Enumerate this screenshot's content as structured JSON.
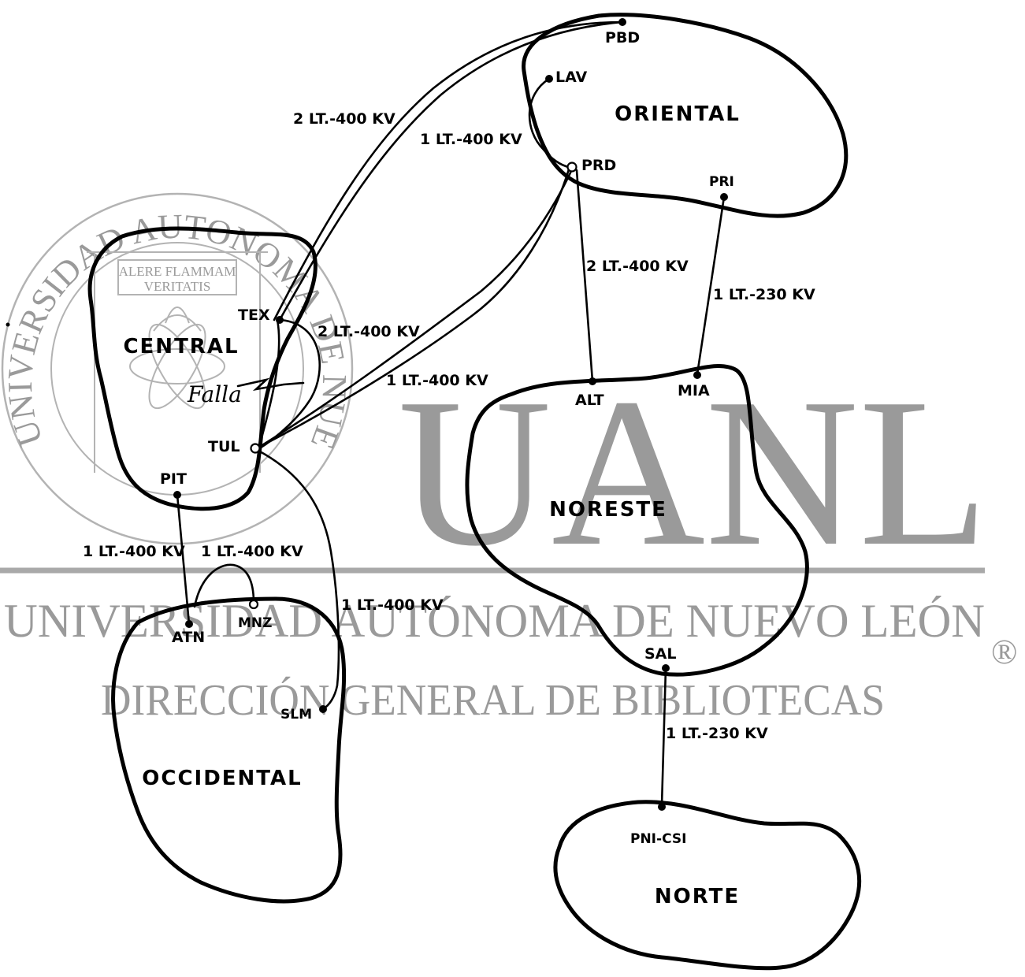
{
  "watermark": {
    "big_letters": "UANL",
    "university": "UNIVERSIDAD AUTÓNOMA DE NUEVO LEÓN",
    "direction": "DIRECCIÓN GENERAL DE BIBLIOTECAS",
    "registered": "®",
    "seal_ring": "UNIVERSIDAD AUTONOMA DE NUEVO LEON",
    "seal_motto_1": "ALERE FLAMMAM",
    "seal_motto_2": "VERITATIS"
  },
  "regions": {
    "oriental": "ORIENTAL",
    "central": "CENTRAL",
    "noreste": "NORESTE",
    "occidental": "OCCIDENTAL",
    "norte": "NORTE"
  },
  "nodes": {
    "pbd": "PBD",
    "lav": "LAV",
    "prd": "PRD",
    "pri": "PRI",
    "tex": "TEX",
    "tul": "TUL",
    "pit": "PIT",
    "alt": "ALT",
    "mia": "MIA",
    "atn": "ATN",
    "mnz": "MNZ",
    "slm": "SLM",
    "sal": "SAL",
    "pni_csi": "PNI-CSI"
  },
  "lines": {
    "tex_pbd": "2 LT.-400 KV",
    "lav_prd": "1 LT.-400 KV",
    "prd_alt": "2 LT.-400 KV",
    "pri_mia": "1 LT.-230 KV",
    "tex_tul": "2 LT.-400 KV",
    "tul_prd": "1 LT.-400 KV",
    "pit_atn": "1 LT.-400 KV",
    "atn_mnz": "1 LT.-400 KV",
    "tul_slm": "1 LT.-400 KV",
    "sal_pni": "1 LT.-230 KV"
  },
  "annotation": {
    "fault": "Falla"
  }
}
